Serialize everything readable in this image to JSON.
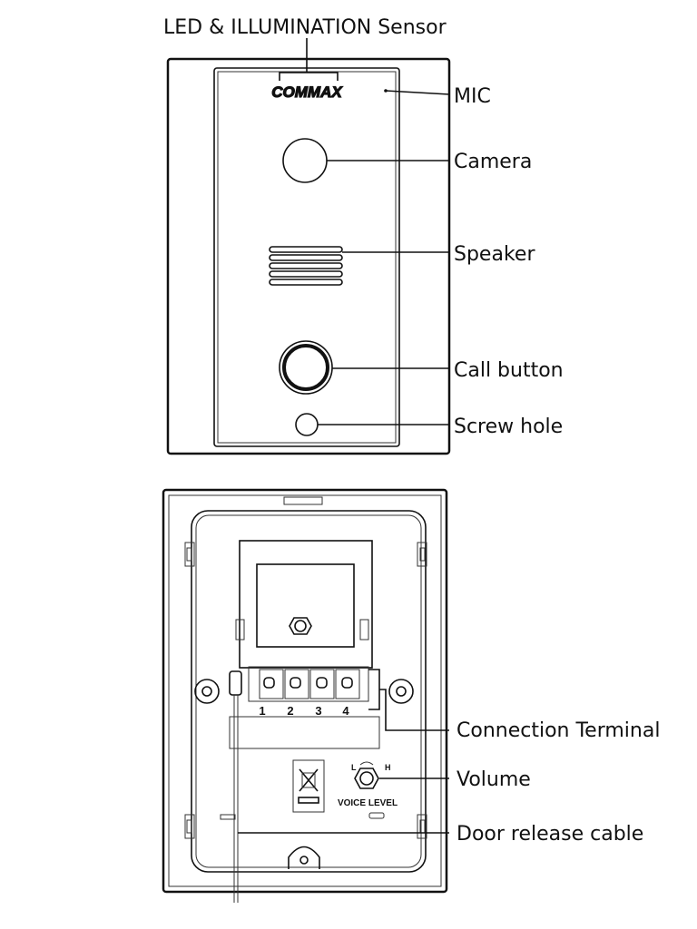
{
  "labels": {
    "led_sensor": "LED & ILLUMINATION Sensor",
    "mic": "MIC",
    "camera": "Camera",
    "speaker": "Speaker",
    "call_button": "Call button",
    "screw_hole": "Screw hole",
    "connection_terminal": "Connection Terminal",
    "volume": "Volume",
    "door_release_cable": "Door release cable"
  },
  "device": {
    "brand": "COMMAX",
    "terminals": [
      "1",
      "2",
      "3",
      "4"
    ],
    "volume_low": "L",
    "volume_high": "H",
    "volume_caption": "VOICE LEVEL"
  }
}
